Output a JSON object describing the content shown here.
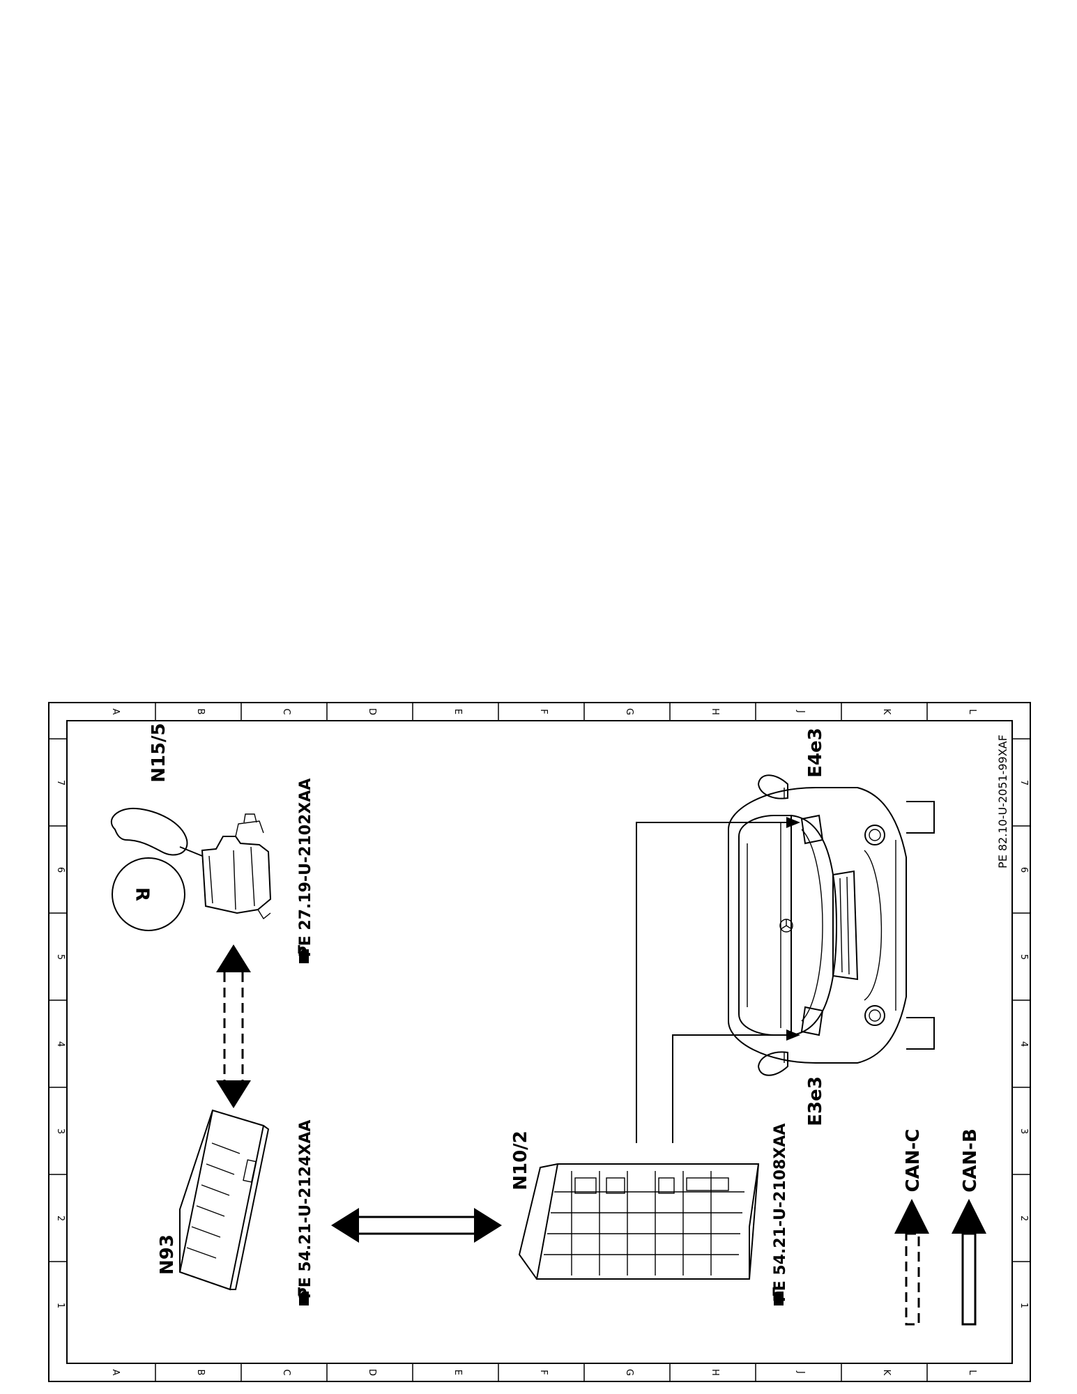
{
  "grid": {
    "letters": [
      "A",
      "B",
      "C",
      "D",
      "E",
      "F",
      "G",
      "H",
      "J",
      "K",
      "L"
    ],
    "numbers": [
      "1",
      "2",
      "3",
      "4",
      "5",
      "6",
      "7"
    ]
  },
  "components": {
    "shifter": {
      "label": "N15/5",
      "ref": "PE 27.19-U-2102XAA",
      "gear": "R"
    },
    "module_a": {
      "label": "N93",
      "ref": "PE 54.21-U-2124XAA"
    },
    "module_b": {
      "label": "N10/2",
      "ref": "PE 54.21-U-2108XAA"
    },
    "lamp_left": {
      "label": "E3e3"
    },
    "lamp_right": {
      "label": "E4e3"
    }
  },
  "legend": {
    "can_c": "CAN-C",
    "can_b": "CAN-B"
  },
  "document_code": "PE 82.10-U-2051-99XAF",
  "icons": {
    "reference": "pointing-hand-icon"
  }
}
